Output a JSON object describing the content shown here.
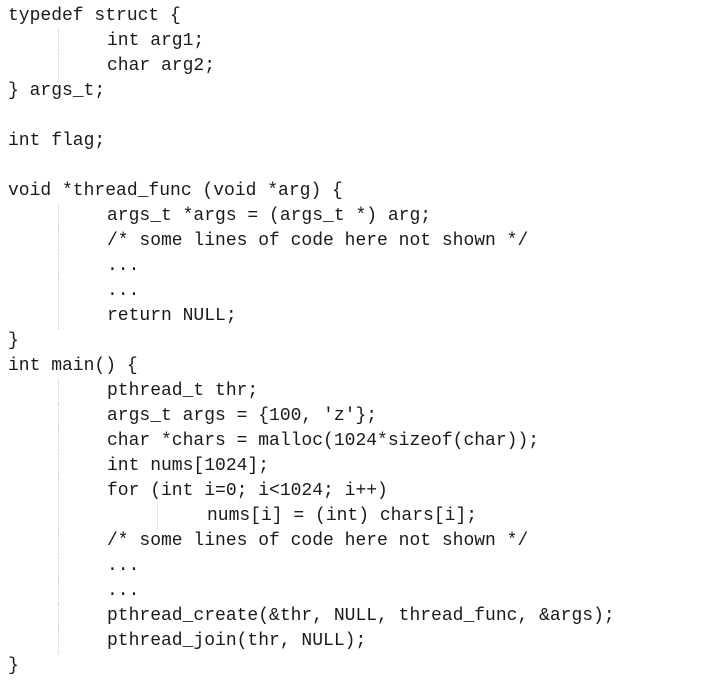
{
  "code": {
    "lines": [
      "typedef struct {",
      "int arg1;",
      "char arg2;",
      "} args_t;",
      "",
      "int flag;",
      "",
      "void *thread_func (void *arg) {",
      "args_t *args = (args_t *) arg;",
      "/* some lines of code here not shown */",
      "...",
      "...",
      "return NULL;",
      "}",
      "int main() {",
      "pthread_t thr;",
      "args_t args = {100, 'z'};",
      "char *chars = malloc(1024*sizeof(char));",
      "int nums[1024];",
      "for (int i=0; i<1024; i++)",
      "nums[i] = (int) chars[i];",
      "/* some lines of code here not shown */",
      "...",
      "...",
      "pthread_create(&thr, NULL, thread_func, &args);",
      "pthread_join(thr, NULL);",
      "}"
    ]
  }
}
